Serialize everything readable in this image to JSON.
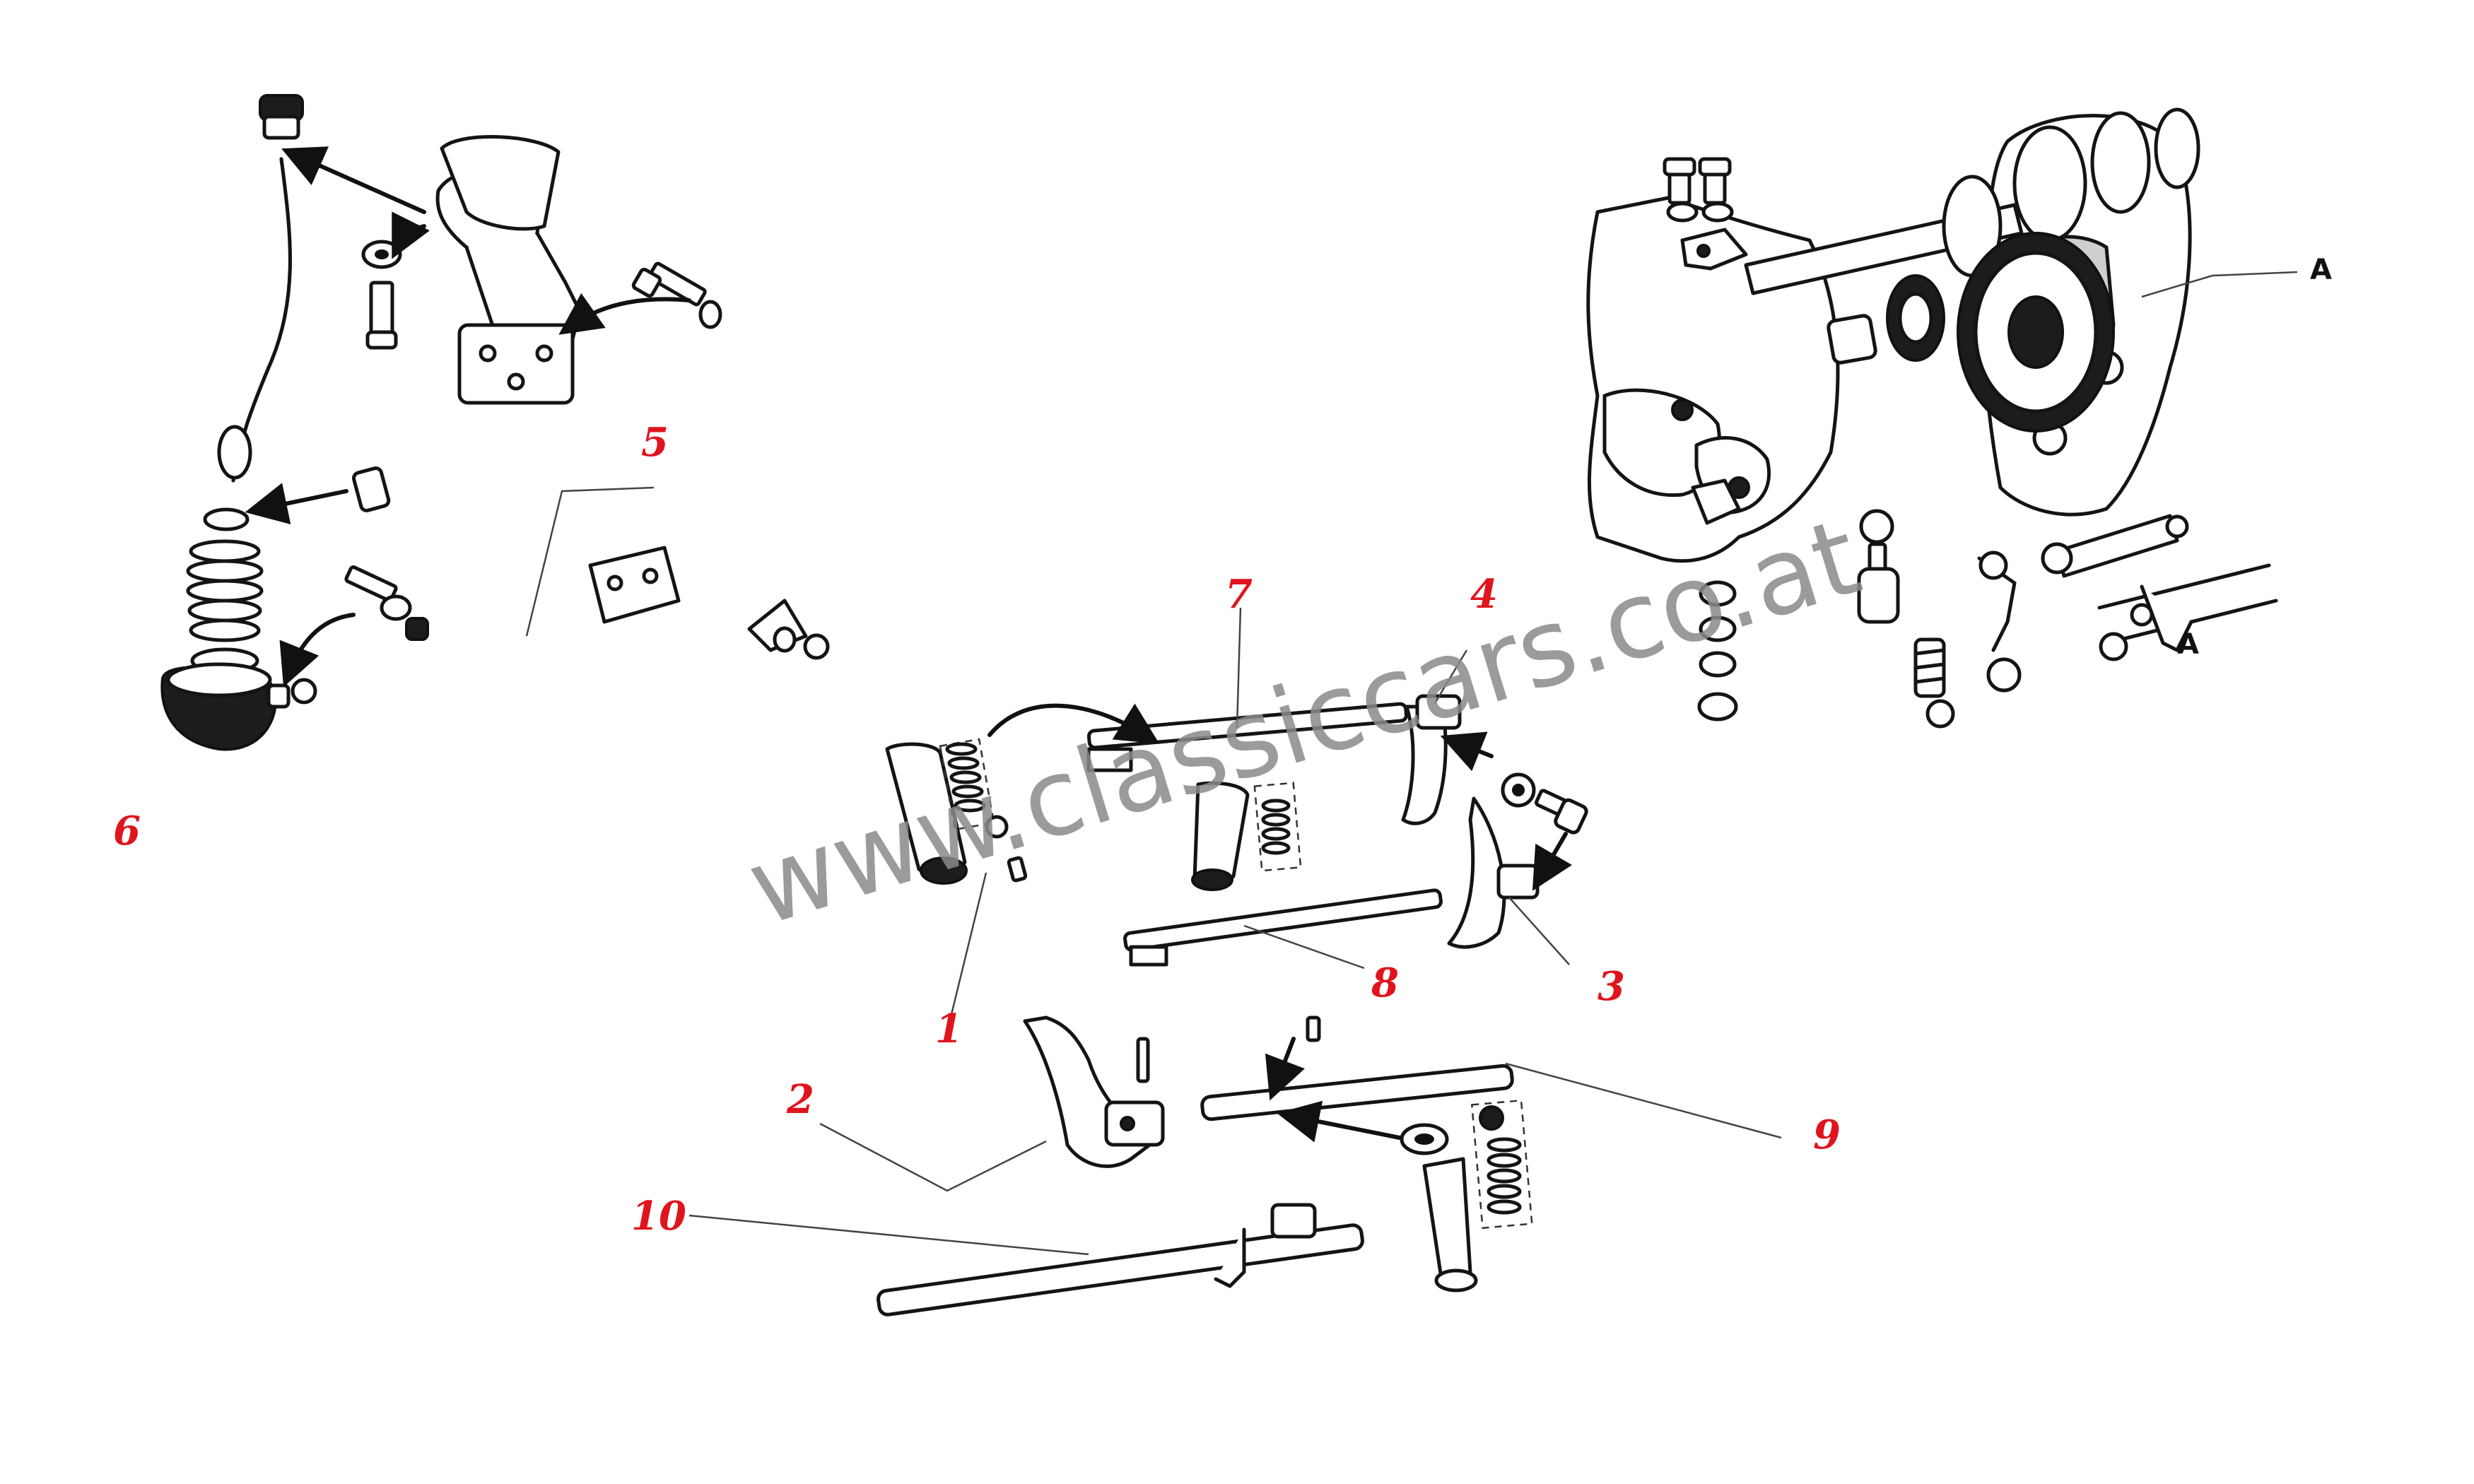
{
  "watermark": "www.classiccars.co.at",
  "callouts": [
    "1",
    "2",
    "3",
    "4",
    "5",
    "6",
    "7",
    "8",
    "9",
    "10"
  ],
  "section_letters": [
    "A",
    "A"
  ],
  "colors": {
    "callout": "#e0141c",
    "line_art": "#141414",
    "watermark": "#8a8a8a",
    "background": "#ffffff"
  }
}
